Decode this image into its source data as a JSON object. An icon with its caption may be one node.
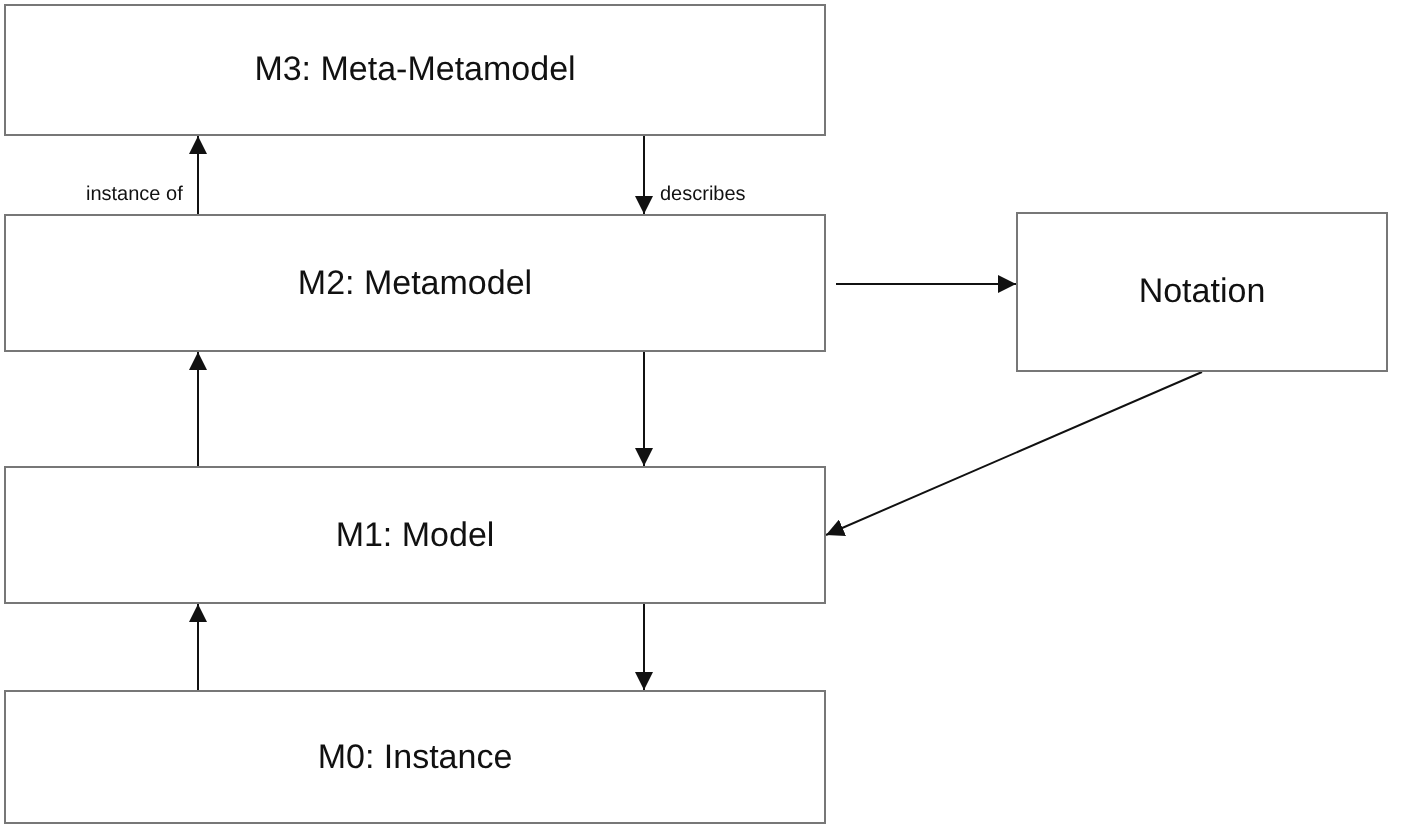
{
  "diagram": {
    "nodes": [
      {
        "text": [
          "M3: Meta-Metamodel"
        ]
      },
      {
        "text": [
          "M2: Metamodel"
        ]
      },
      {
        "text": [
          "Notation"
        ]
      },
      {
        "text": [
          "M1: Model"
        ]
      },
      {
        "text": [
          "M0: Instance"
        ]
      }
    ],
    "edges": [
      {
        "from": 1,
        "to": 0,
        "arrow": "to",
        "label": "instance of"
      },
      {
        "from": 0,
        "to": 1,
        "arrow": "to",
        "label": "describes"
      },
      {
        "from": 1,
        "to": 2,
        "arrow": "to"
      },
      {
        "from": 1,
        "to": 3,
        "arrow": "to"
      },
      {
        "from": 3,
        "to": 1,
        "arrow": "to"
      },
      {
        "from": 2,
        "to": 3,
        "arrow": "to"
      },
      {
        "from": 4,
        "to": 3,
        "arrow": "to"
      },
      {
        "from": 3,
        "to": 4,
        "arrow": "to"
      }
    ]
  }
}
